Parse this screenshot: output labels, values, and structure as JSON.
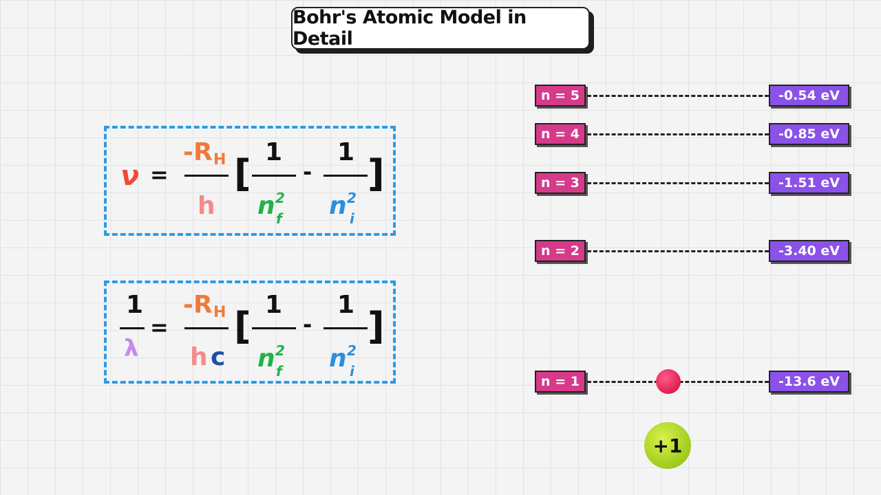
{
  "title": "Bohr's Atomic Model in Detail",
  "equation_frequency": {
    "lhs": "ν",
    "equals": "=",
    "numerator_const": "-R",
    "numerator_sub": "H",
    "denominator": "h",
    "bracket_open": "[",
    "bracket_close": "]",
    "one_a": "1",
    "one_b": "1",
    "minus": "-",
    "nf": "n",
    "nf_sup": "2",
    "nf_sub": "f",
    "ni": "n",
    "ni_sup": "2",
    "ni_sub": "i"
  },
  "equation_wavelength": {
    "lhs_num": "1",
    "lhs_den": "λ",
    "equals": "=",
    "numerator_const": "-R",
    "numerator_sub": "H",
    "den_h": "h",
    "den_c": "c",
    "bracket_open": "[",
    "bracket_close": "]",
    "one_a": "1",
    "one_b": "1",
    "minus": "-",
    "nf": "n",
    "nf_sup": "2",
    "nf_sub": "f",
    "ni": "n",
    "ni_sup": "2",
    "ni_sub": "i"
  },
  "energy_levels": [
    {
      "label": "n = 5",
      "energy": "-0.54 eV"
    },
    {
      "label": "n = 4",
      "energy": "-0.85 eV"
    },
    {
      "label": "n = 3",
      "energy": "-1.51 eV"
    },
    {
      "label": "n = 2",
      "energy": "-3.40 eV"
    },
    {
      "label": "n = 1",
      "energy": "-13.6 eV"
    }
  ],
  "nucleus_charge": "+1",
  "colors": {
    "dashed_box": "#2a9be6",
    "level_label": "#d63a8a",
    "level_energy": "#8a52e8",
    "electron": "#e01e50",
    "nucleus": "#9bc81a"
  }
}
